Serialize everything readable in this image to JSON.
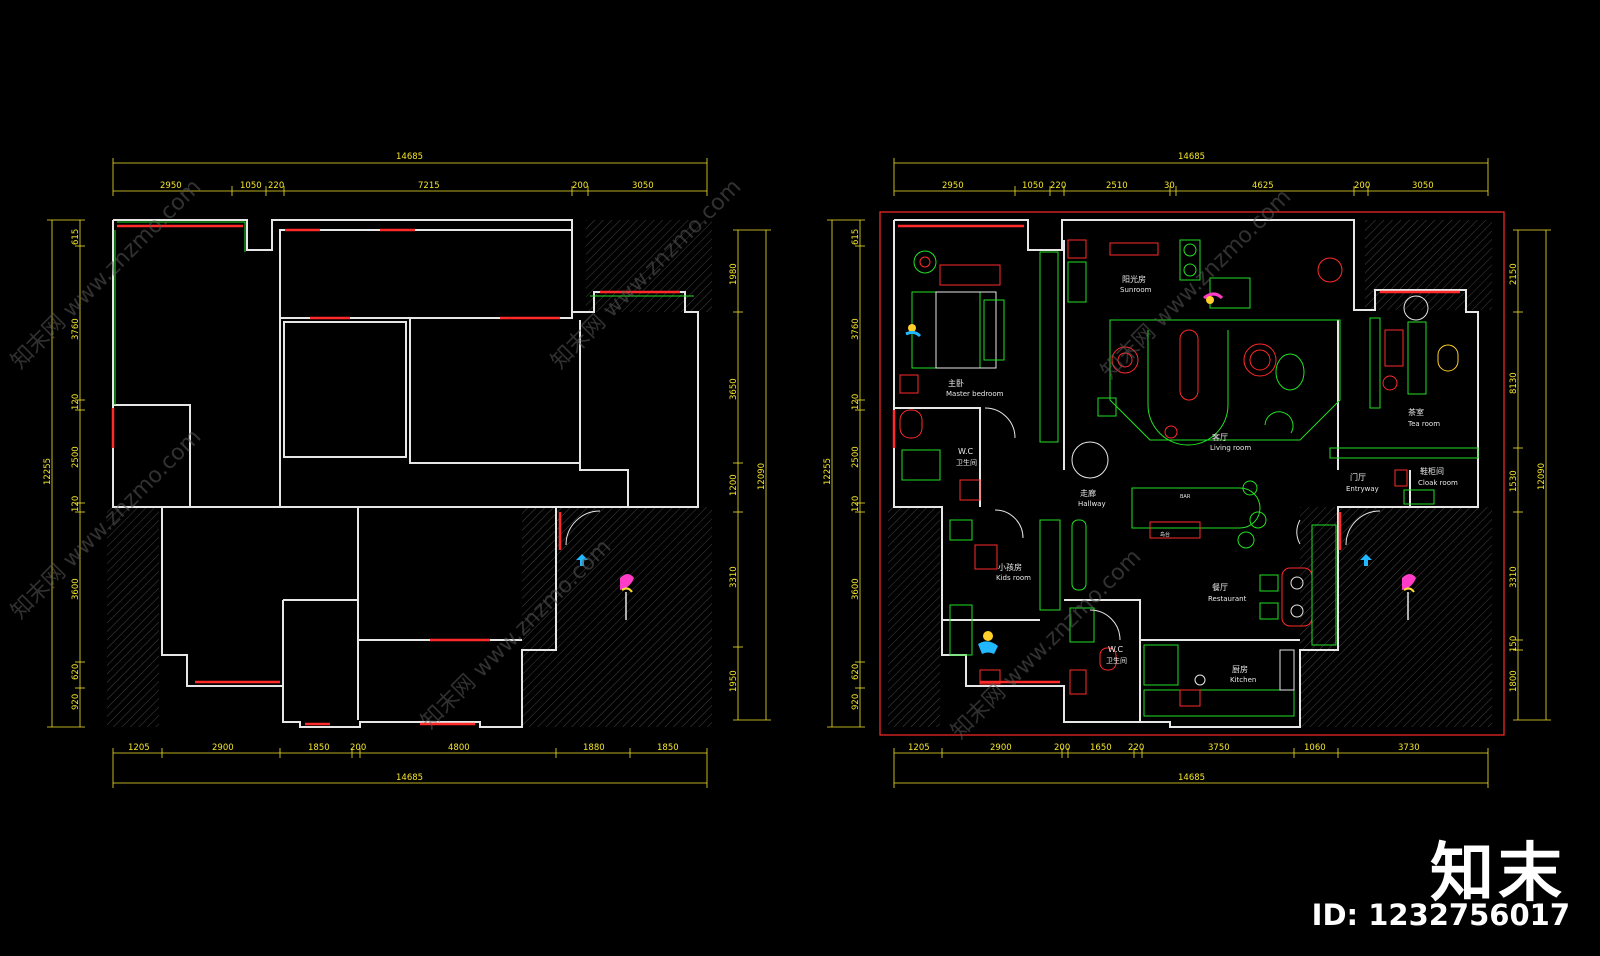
{
  "plans": {
    "left": {
      "top_total": "14685",
      "top_segments": [
        "2950",
        "1050",
        "220",
        "7215",
        "200",
        "3050"
      ],
      "bottom_segments": [
        "1205",
        "2900",
        "1850",
        "200",
        "4800",
        "1880",
        "1850"
      ],
      "bottom_total": "14685",
      "left_total": "12255",
      "left_segments": [
        "615",
        "3760",
        "120",
        "2500",
        "120",
        "3600",
        "620",
        "920"
      ],
      "right_total": "12090",
      "right_segments": [
        "1980",
        "3650",
        "1200",
        "3310",
        "1950"
      ]
    },
    "right": {
      "top_total": "14685",
      "top_segments": [
        "2950",
        "1050",
        "220",
        "2510",
        "30",
        "4625",
        "200",
        "3050"
      ],
      "bottom_segments": [
        "1205",
        "2900",
        "200",
        "1650",
        "220",
        "3750",
        "1060",
        "3730"
      ],
      "bottom_total": "14685",
      "left_total": "12255",
      "left_segments": [
        "615",
        "3760",
        "120",
        "2500",
        "120",
        "3600",
        "620",
        "920"
      ],
      "right_total": "12090",
      "right_segments": [
        "2150",
        "8130",
        "1530",
        "3310",
        "150",
        "1800"
      ],
      "rooms": [
        {
          "cn": "阳光房",
          "en": "Sunroom"
        },
        {
          "cn": "主卧",
          "en": "Master bedroom"
        },
        {
          "cn": "客厅",
          "en": "Living room"
        },
        {
          "cn": "茶室",
          "en": "Tea room"
        },
        {
          "cn": "W.C",
          "en": "卫生间"
        },
        {
          "cn": "走廊",
          "en": "Hallway"
        },
        {
          "cn": "门厅",
          "en": "Entryway"
        },
        {
          "cn": "鞋柜间",
          "en": "Cloak room"
        },
        {
          "cn": "小孩房",
          "en": "Kids room"
        },
        {
          "cn": "餐厅",
          "en": "Restaurant"
        },
        {
          "cn": "W.C",
          "en": "卫生间"
        },
        {
          "cn": "厨房",
          "en": "Kitchen"
        }
      ],
      "labels": {
        "bar": "BAR",
        "island": "岛台"
      }
    }
  },
  "watermark": {
    "brand": "知末",
    "id": "ID: 1232756017",
    "diagonal": "知末网 www.znzmo.com"
  },
  "colors": {
    "background": "#000000",
    "wall": "#e6e6e6",
    "window": "#ff2a2a",
    "green": "#22e022",
    "dimension": "#f4e52a"
  }
}
